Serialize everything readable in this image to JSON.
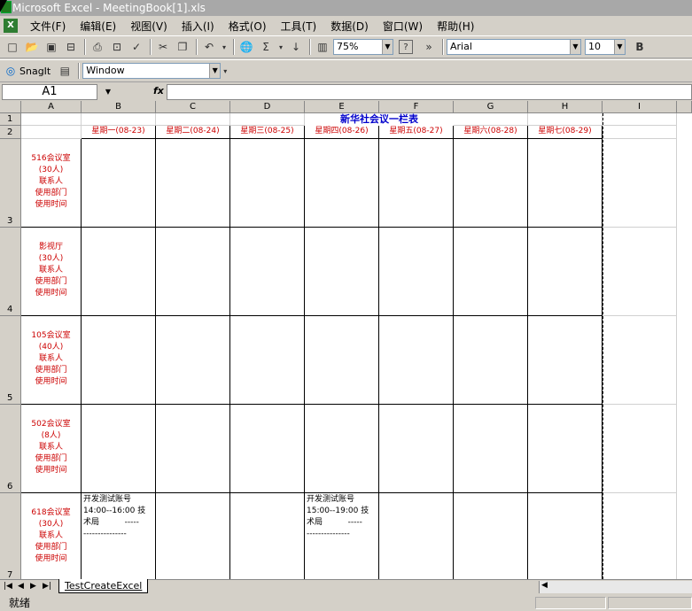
{
  "window": {
    "title": "Microsoft Excel - MeetingBook[1].xls"
  },
  "menu": [
    "文件(F)",
    "编辑(E)",
    "视图(V)",
    "插入(I)",
    "格式(O)",
    "工具(T)",
    "数据(D)",
    "窗口(W)",
    "帮助(H)"
  ],
  "toolbar": {
    "zoom": "75%",
    "font": "Arial",
    "size": "10",
    "snagit": "SnagIt",
    "window_combo": "Window",
    "help": "?",
    "bold": "B"
  },
  "formula_bar": {
    "name_box": "A1",
    "fx": "fx",
    "value": ""
  },
  "columns": [
    "A",
    "B",
    "C",
    "D",
    "E",
    "F",
    "G",
    "H",
    "I"
  ],
  "rows": [
    "1",
    "2",
    "3",
    "4",
    "5",
    "6",
    "7"
  ],
  "sheet": {
    "title": "新华社会议一栏表",
    "days": [
      "星期一(08-23)",
      "星期二(08-24)",
      "星期三(08-25)",
      "星期四(08-26)",
      "星期五(08-27)",
      "星期六(08-28)",
      "星期七(08-29)"
    ],
    "rooms": [
      {
        "name": "516会议室",
        "cap": "(30人)",
        "l1": "联系人",
        "l2": "使用部门",
        "l3": "使用时间"
      },
      {
        "name": "影视厅",
        "cap": "(30人)",
        "l1": "联系人",
        "l2": "使用部门",
        "l3": "使用时间"
      },
      {
        "name": "105会议室",
        "cap": "(40人)",
        "l1": "联系人",
        "l2": "使用部门",
        "l3": "使用时间"
      },
      {
        "name": "502会议室",
        "cap": "(8人)",
        "l1": "联系人",
        "l2": "使用部门",
        "l3": "使用时间"
      },
      {
        "name": "618会议室",
        "cap": "(30人)",
        "l1": "联系人",
        "l2": "使用部门",
        "l3": "使用时间"
      }
    ],
    "bookings": {
      "b7": "开发测试账号\n14:00--16:00 技\n术局          -----\n---------------",
      "e7": "开发测试账号\n15:00--19:00 技\n术局          -----\n---------------"
    }
  },
  "sheet_tab": "TestCreateExcel",
  "status": "就绪"
}
